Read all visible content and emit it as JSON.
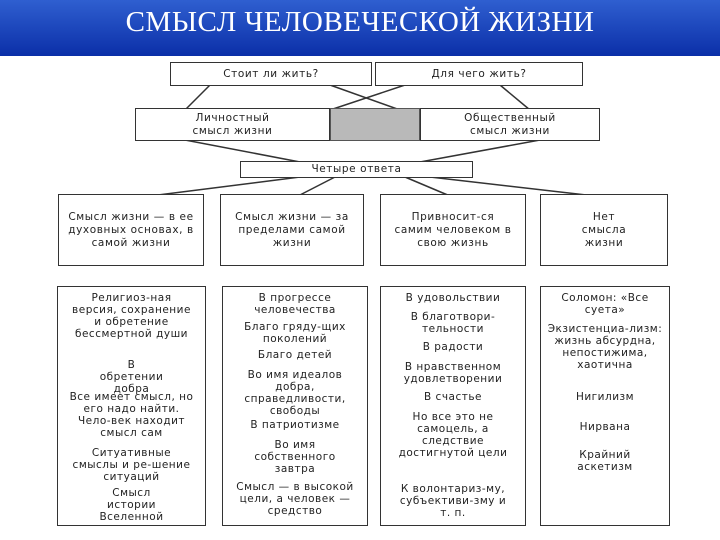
{
  "title": "СМЫСЛ ЧЕЛОВЕЧЕСКОЙ ЖИЗНИ",
  "colors": {
    "banner_top": "#2f5fd0",
    "banner_bottom": "#0b2fa8",
    "title_text": "#ffffff",
    "gray_block": "#b9b9b9"
  },
  "questions": [
    "Стоит ли жить?",
    "Для чего жить?"
  ],
  "meaning_types": [
    "Личностный смысл жизни",
    "Общественный смысл жизни"
  ],
  "four_answers": "Четыре ответа",
  "answers": [
    "Смысл жизни — в ее духовных основах, в самой жизни",
    "Смысл жизни — за пределами самой жизни",
    "Привносит-ся самим человеком в свою жизнь",
    "Нет смысла жизни"
  ],
  "details": [
    [
      "Религиоз-ная версия, сохранение и обретение бессмертной души",
      "В обретении добра",
      "Все имеет смысл, но его надо найти. Чело-век находит смысл сам",
      "Ситуативные смыслы и ре-шение ситуаций",
      "Смысл истории Вселенной"
    ],
    [
      "В прогрессе человечества",
      "Благо гряду-щих поколений",
      "Благо детей",
      "Во имя идеалов добра, справедливости, свободы",
      "В патриотизме",
      "Во имя собственного завтра",
      "Смысл — в высокой цели, а человек — средство"
    ],
    [
      "В удовольствии",
      "В благотвори-тельности",
      "В радости",
      "В нравственном удовлетворении",
      "В счастье",
      "Но все это не самоцель, а следствие достигнутой цели",
      "К волонтариз-му, субъективи-зму и т. п."
    ],
    [
      "Соломон: «Все суета»",
      "Экзистенциа-лизм: жизнь абсурдна, непостижима, хаотична",
      "Нигилизм",
      "Нирвана",
      "Крайний аскетизм"
    ]
  ]
}
